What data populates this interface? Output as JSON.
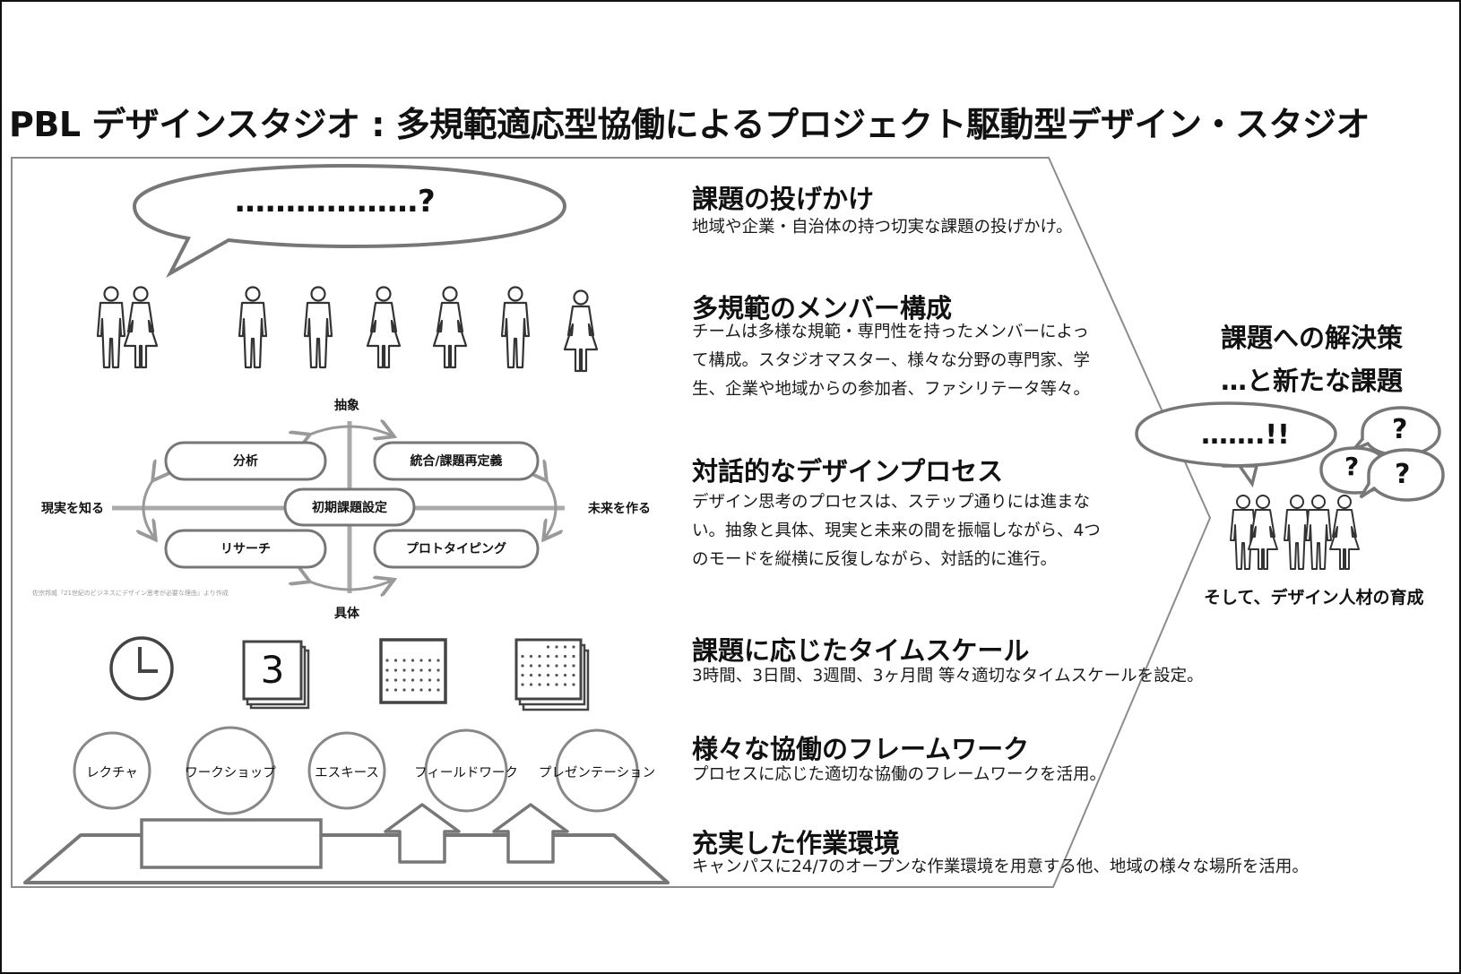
{
  "title": "PBL デザインスタジオ : 多規範適応型協働によるプロジェクト駆動型デザイン・スタジオ",
  "speech_left": "………………?",
  "process_diagram": {
    "axis_top": "抽象",
    "axis_bottom": "具体",
    "axis_left": "現実を知る",
    "axis_right": "未来を作る",
    "mode_top_left": "分析",
    "mode_top_right": "統合/課題再定義",
    "mode_center": "初期課題設定",
    "mode_bottom_left": "リサーチ",
    "mode_bottom_right": "プロトタイピング",
    "citation": "佐宗邦威『21世紀のビジネスにデザイン思考が必要な理由』より作成"
  },
  "calendar_number": "3",
  "frameworks": [
    "レクチャ",
    "ワークショップ",
    "エスキース",
    "フィールドワーク",
    "プレゼンテーション"
  ],
  "sections": [
    {
      "heading": "課題の投げかけ",
      "lines": [
        "地域や企業・自治体の持つ切実な課題の投げかけ。"
      ]
    },
    {
      "heading": "多規範のメンバー構成",
      "lines": [
        "チームは多様な規範・専門性を持ったメンバーによっ",
        "て構成。スタジオマスター、様々な分野の専門家、学",
        "生、企業や地域からの参加者、ファシリテータ等々。"
      ]
    },
    {
      "heading": "対話的なデザインプロセス",
      "lines": [
        "デザイン思考のプロセスは、ステップ通りには進まな",
        "い。抽象と具体、現実と未来の間を振幅しながら、4つ",
        "のモードを縦横に反復しながら、対話的に進行。"
      ]
    },
    {
      "heading": "課題に応じたタイムスケール",
      "lines": [
        "3時間、3日間、3週間、3ヶ月間 等々適切なタイムスケールを設定。"
      ]
    },
    {
      "heading": "様々な協働のフレームワーク",
      "lines": [
        "プロセスに応じた適切な協働のフレームワークを活用。"
      ]
    },
    {
      "heading": "充実した作業環境",
      "lines": [
        "キャンパスに24/7のオープンな作業環境を用意する他、地域の様々な場所を活用。"
      ]
    }
  ],
  "result": {
    "line1": "課題への解決策",
    "line2": "…と新たな課題",
    "speech": "…….!!",
    "q1": "?",
    "q2": "?",
    "q3": "?",
    "footer": "そして、デザイン人材の育成"
  }
}
